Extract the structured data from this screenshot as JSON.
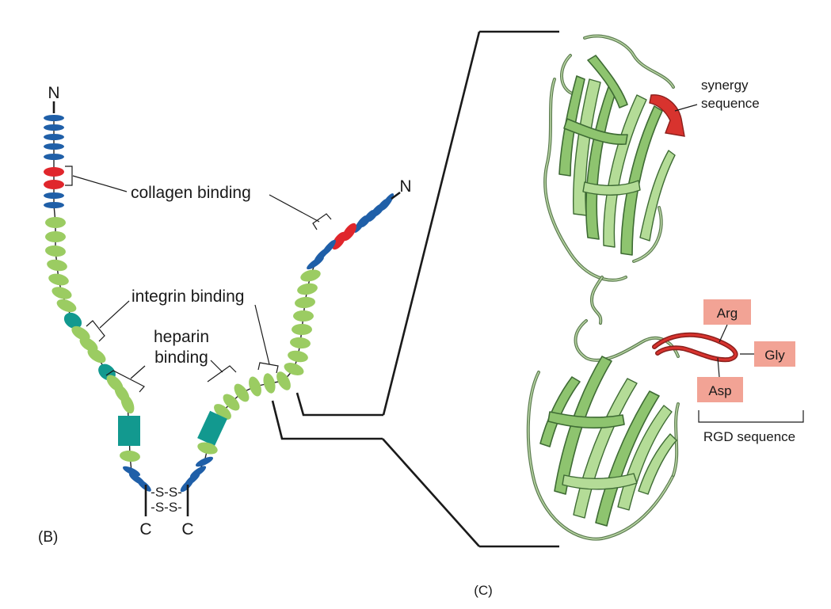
{
  "panel_b": {
    "label": "(B)",
    "n_left": "N",
    "n_right": "N",
    "c_left": "C",
    "c_right": "C",
    "disulfide_top": "-S-S-",
    "disulfide_bottom": "-S-S-",
    "collagen_label": "collagen binding",
    "integrin_label": "integrin binding",
    "heparin_label_line1": "heparin",
    "heparin_label_line2": "binding"
  },
  "panel_c": {
    "label": "(C)",
    "synergy_line1": "synergy",
    "synergy_line2": "sequence",
    "arg": "Arg",
    "gly": "Gly",
    "asp": "Asp",
    "rgd_label": "RGD sequence"
  },
  "colors": {
    "blue_domain": "#1f5fa8",
    "red_domain": "#e0262c",
    "green_domain": "#9bcc62",
    "teal_domain": "#12998f",
    "strand_green": "#8ec46f",
    "highlight_red": "#d8332e",
    "residue_box": "#f2a395"
  }
}
